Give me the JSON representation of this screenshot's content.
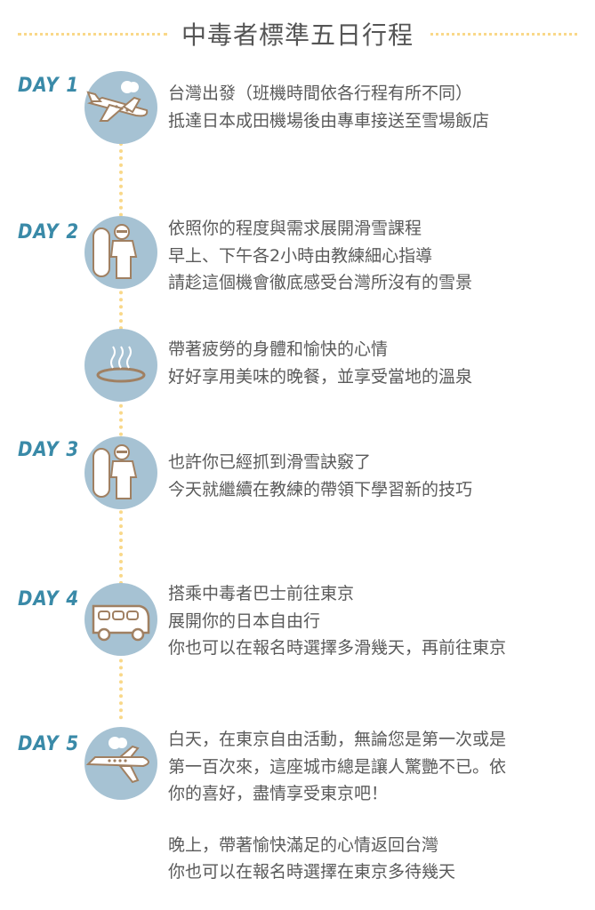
{
  "title": "中毒者標準五日行程",
  "colors": {
    "accent": "#3a8aa8",
    "circle": "#a6c2d3",
    "dots": "#f9d889",
    "text": "#5a5a5a"
  },
  "items": [
    {
      "day": "DAY 1",
      "icon": "airplane-icon",
      "lines": [
        "台灣出發（班機時間依各行程有所不同）",
        "抵達日本成田機場後由專車接送至雪場飯店"
      ]
    },
    {
      "day": "DAY 2",
      "icon": "snowboarder-icon",
      "lines": [
        "依照你的程度與需求展開滑雪課程",
        "早上、下午各2小時由教練細心指導",
        "請趁這個機會徹底感受台灣所沒有的雪景"
      ]
    },
    {
      "day": "",
      "icon": "hot-spring-icon",
      "lines": [
        "帶著疲勞的身體和愉快的心情",
        "好好享用美味的晚餐，並享受當地的溫泉"
      ]
    },
    {
      "day": "DAY 3",
      "icon": "snowboarder-icon",
      "lines": [
        "也許你已經抓到滑雪訣竅了",
        "今天就繼續在教練的帶領下學習新的技巧"
      ]
    },
    {
      "day": "DAY 4",
      "icon": "bus-icon",
      "lines": [
        "搭乘中毒者巴士前往東京",
        "展開你的日本自由行",
        "你也可以在報名時選擇多滑幾天，再前往東京"
      ]
    },
    {
      "day": "DAY 5",
      "icon": "airplane-icon",
      "lines": [
        "白天，在東京自由活動，無論您是第一次或是",
        "第一百次來，這座城市總是讓人驚艷不已。依",
        "你的喜好，盡情享受東京吧！",
        "",
        "晚上，帶著愉快滿足的心情返回台灣",
        "你也可以在報名時選擇在東京多待幾天"
      ]
    }
  ]
}
